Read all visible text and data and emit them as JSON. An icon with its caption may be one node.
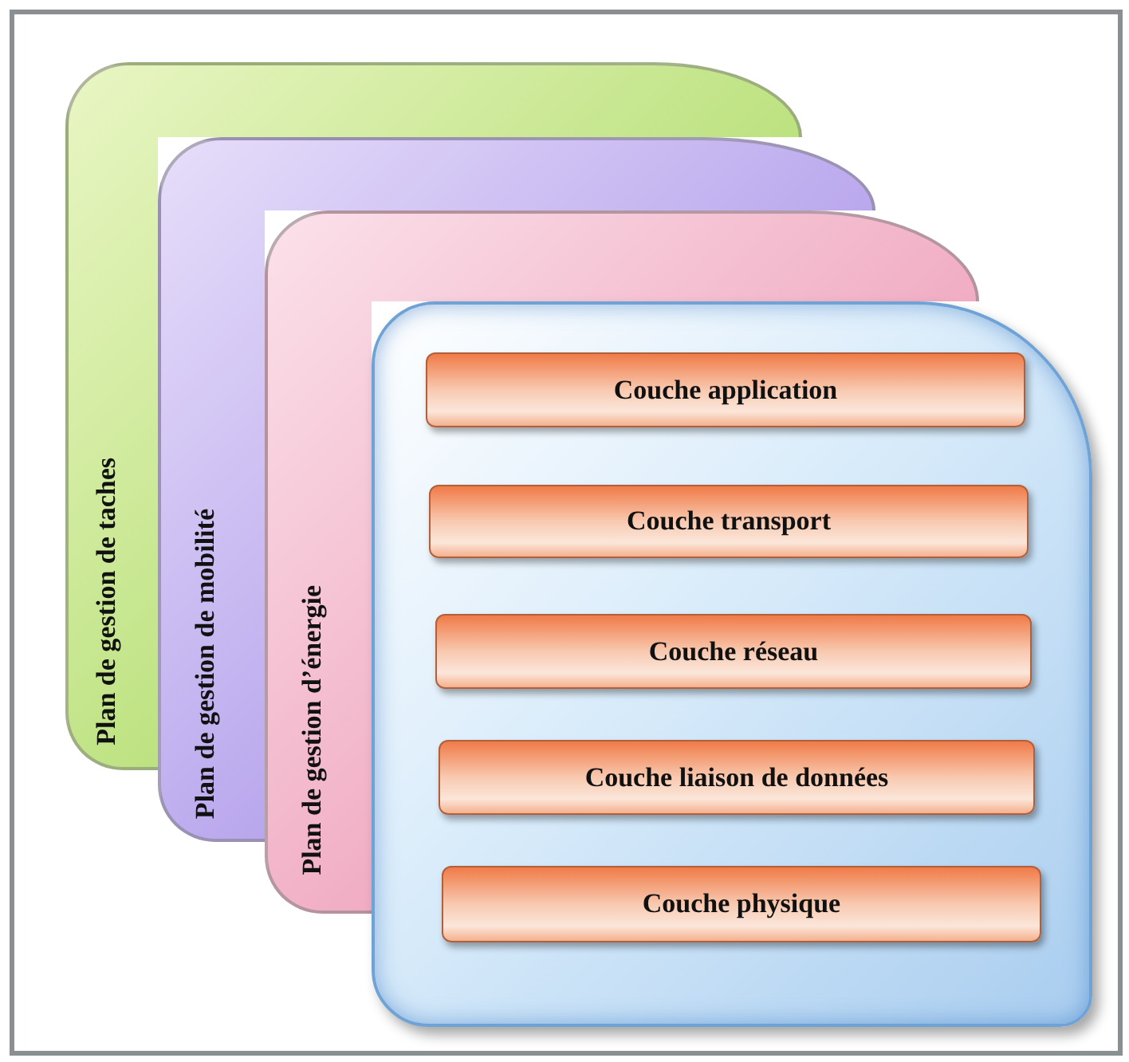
{
  "diagram": {
    "nodes": [
      {
        "text": [
          "Plan de gestion de taches"
        ]
      },
      {
        "text": [
          "Plan de gestion de mobilité"
        ]
      },
      {
        "text": [
          "Plan de gestion d’énergie"
        ]
      },
      {
        "text": [],
        "shape": "box"
      },
      {
        "text": [
          "Couche application"
        ],
        "in": 3
      },
      {
        "text": [
          "Couche transport"
        ],
        "in": 3
      },
      {
        "text": [
          "Couche réseau"
        ],
        "in": 3
      },
      {
        "text": [
          "Couche liaison de données"
        ],
        "in": 3
      },
      {
        "text": [
          "Couche physique"
        ],
        "in": 3
      }
    ]
  }
}
